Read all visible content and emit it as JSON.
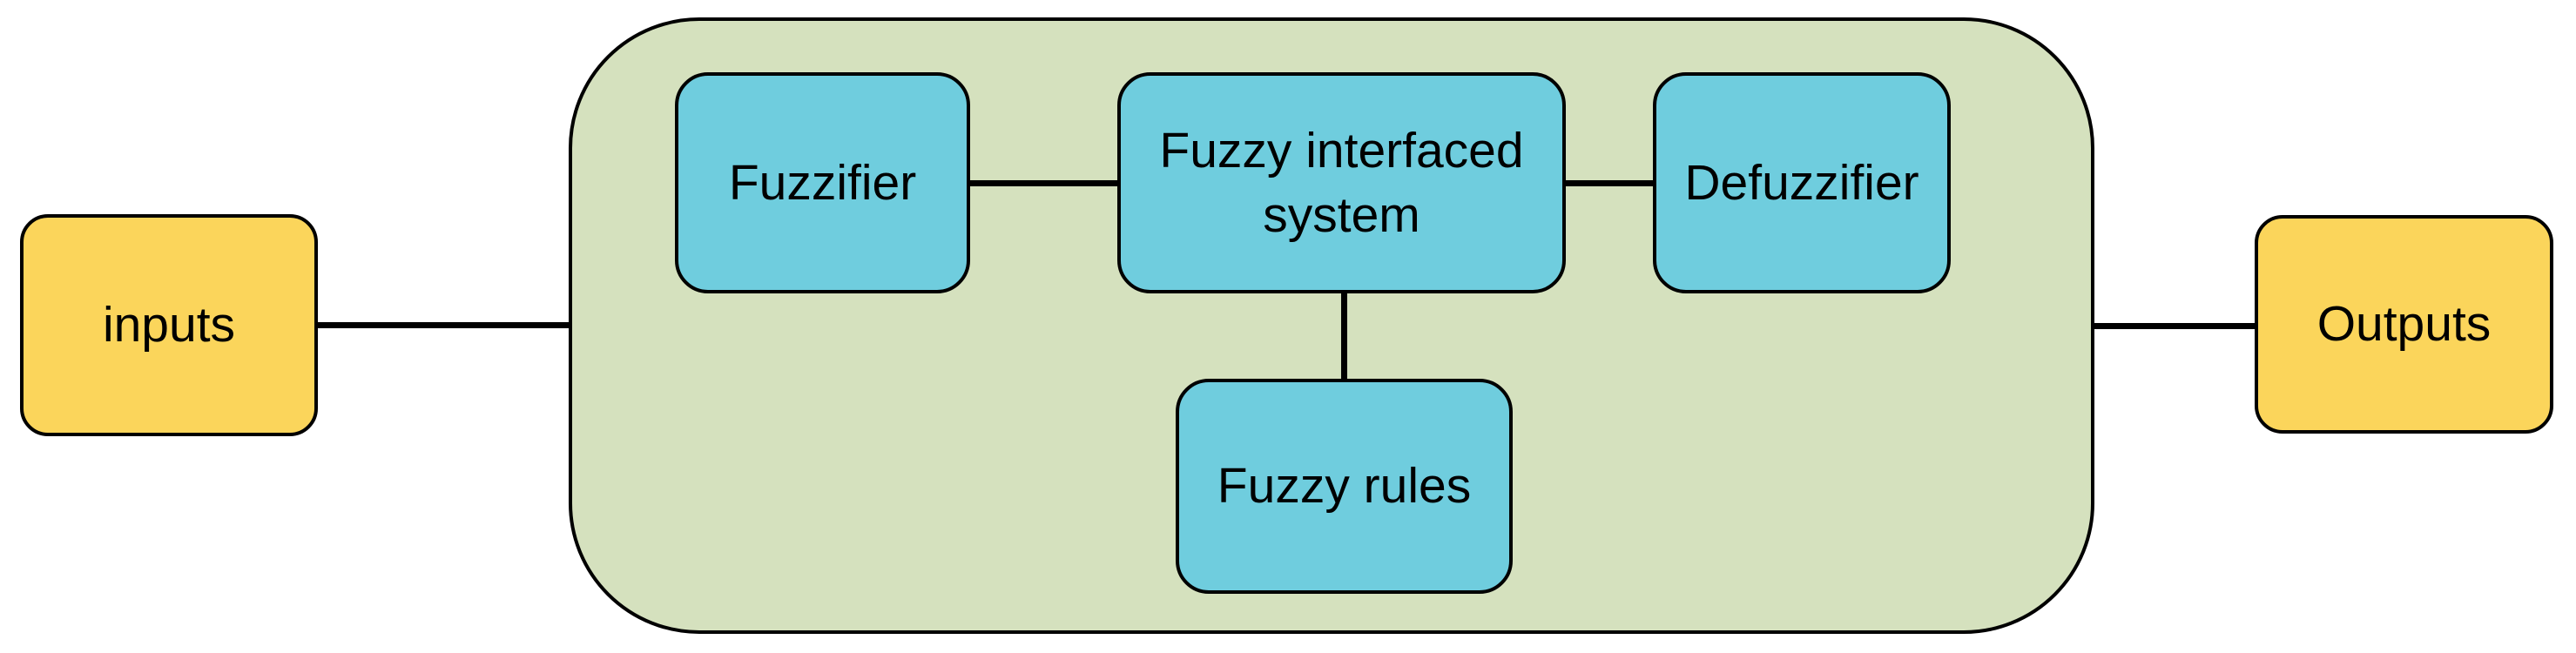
{
  "diagram": {
    "type": "block-diagram",
    "nodes": {
      "inputs": "inputs",
      "fuzzifier": "Fuzzifier",
      "fis": "Fuzzy interfaced system",
      "defuzzifier": "Defuzzifier",
      "rules": "Fuzzy rules",
      "outputs": "Outputs"
    },
    "connections": [
      {
        "from": "inputs",
        "to": "container"
      },
      {
        "from": "fuzzifier",
        "to": "fis"
      },
      {
        "from": "fis",
        "to": "defuzzifier"
      },
      {
        "from": "fis",
        "to": "rules"
      },
      {
        "from": "container",
        "to": "outputs"
      }
    ],
    "colors": {
      "io_fill": "#FBD55B",
      "process_fill": "#6FCDDE",
      "container_fill": "#D5E1BE",
      "stroke": "#000000",
      "background": "#FFFFFF"
    }
  }
}
